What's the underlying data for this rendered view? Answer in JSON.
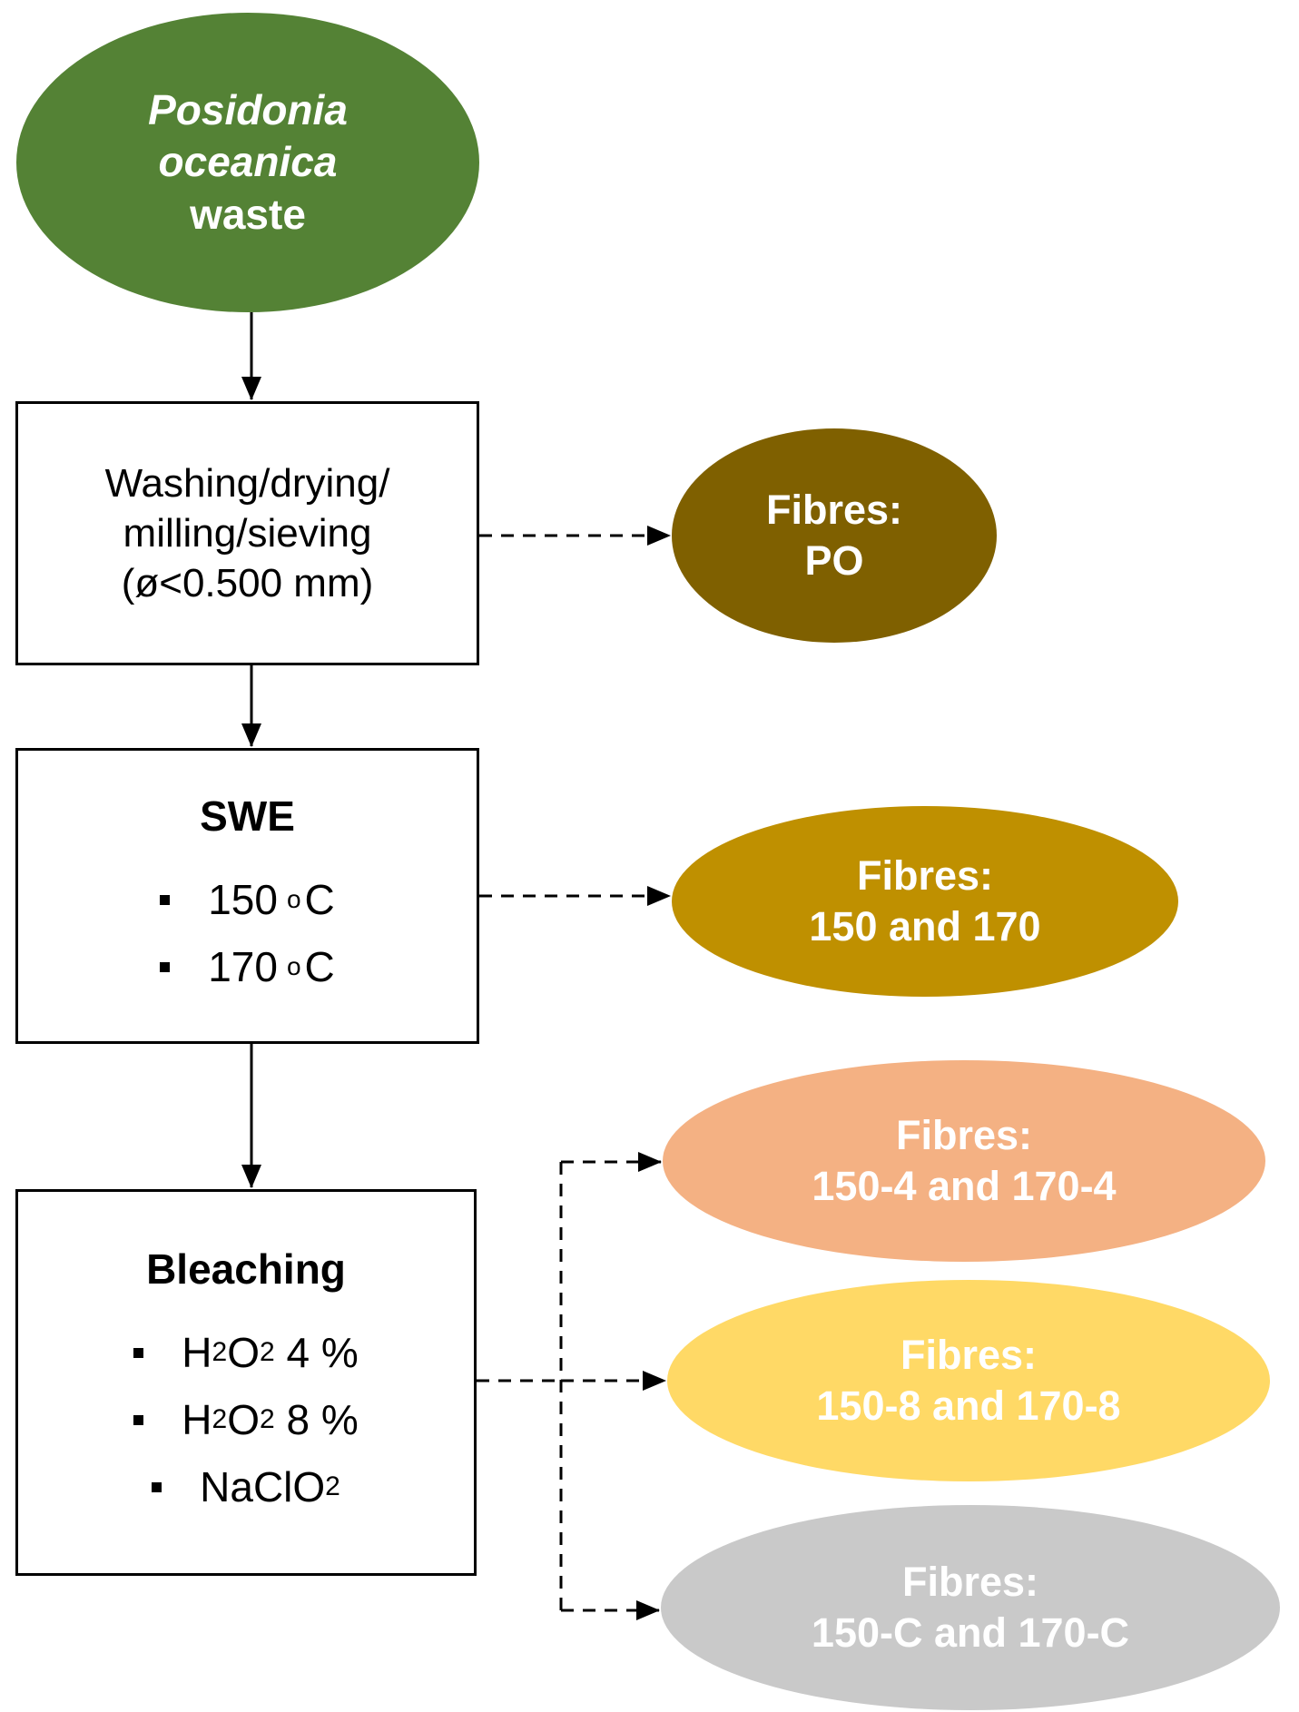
{
  "colors": {
    "start_node": "#548235",
    "po": "#7f6000",
    "swe_fibres": "#bf9000",
    "h2o2_4": "#f4b183",
    "h2o2_8": "#ffd966",
    "naclo2": "#c9c9c9"
  },
  "start": {
    "line1": "Posidonia",
    "line2": "oceanica",
    "line3": "waste"
  },
  "step1": {
    "line1": "Washing/drying/",
    "line2": "milling/sieving",
    "line3": "(ø<0.500 mm)"
  },
  "step2": {
    "title": "SWE",
    "items": [
      {
        "value": "150",
        "sup": "o",
        "unit": "C"
      },
      {
        "value": "170",
        "sup": "o",
        "unit": "C"
      }
    ]
  },
  "step3": {
    "title": "Bleaching",
    "items": [
      {
        "a": "H",
        "s1": "2",
        "b": "O",
        "s2": "2",
        "rest": " 4 %"
      },
      {
        "a": "H",
        "s1": "2",
        "b": "O",
        "s2": "2",
        "rest": " 8 %"
      },
      {
        "a": "NaClO",
        "s2": "2"
      }
    ]
  },
  "outputs": {
    "po": {
      "line1": "Fibres:",
      "line2": "PO"
    },
    "swe": {
      "line1": "Fibres:",
      "line2": "150 and 170"
    },
    "h2o2_4": {
      "line1": "Fibres:",
      "line2": "150-4 and 170-4"
    },
    "h2o2_8": {
      "line1": "Fibres:",
      "line2": "150-8 and 170-8"
    },
    "naclo2": {
      "line1": "Fibres:",
      "line2": "150-C and 170-C"
    }
  }
}
